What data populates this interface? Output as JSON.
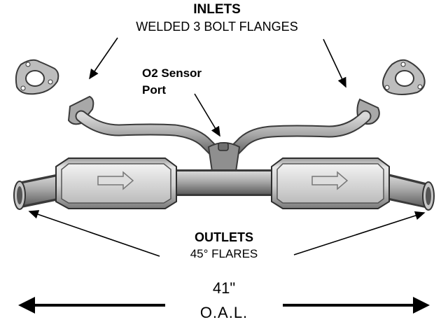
{
  "labels": {
    "inlets_title": "INLETS",
    "inlets_subtitle": "WELDED 3 BOLT FLANGES",
    "o2_line1": "O2 Sensor",
    "o2_line2": "Port",
    "outlets_title": "OUTLETS",
    "outlets_subtitle": "45° FLARES",
    "oal_value": "41\"",
    "oal_label": "O.A.L."
  },
  "colors": {
    "metal_light": "#e6e6e6",
    "metal_mid": "#b4b4b4",
    "metal_dark": "#6a6a6a",
    "outline": "#3a3a3a",
    "text": "#000000"
  }
}
